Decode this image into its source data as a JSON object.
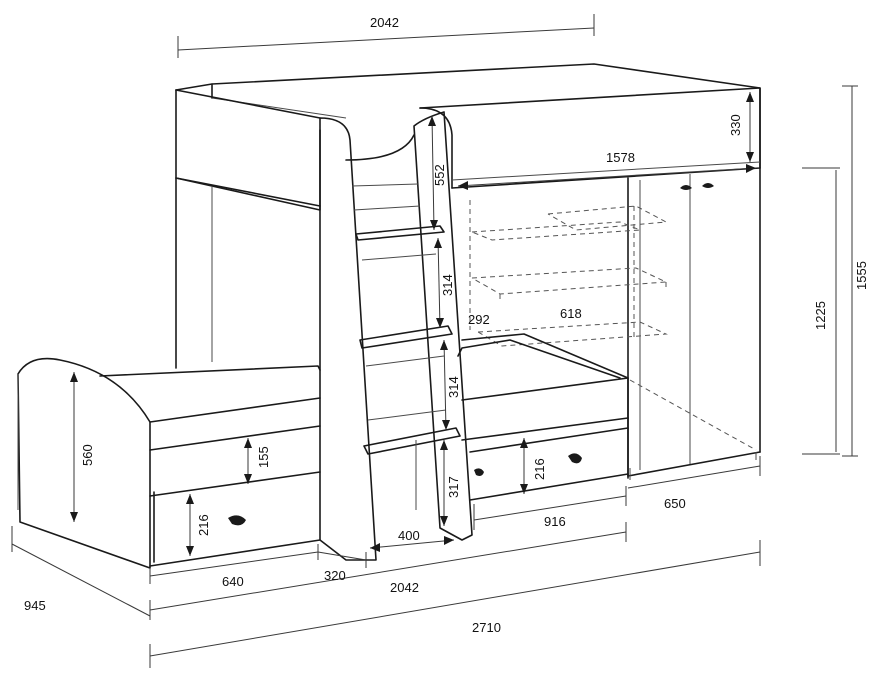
{
  "dimensions": {
    "top_width": "2042",
    "top_rail_height": "330",
    "upper_bed_length": "1578",
    "wardrobe_height": "1225",
    "total_height": "1555",
    "ladder_upper_step": "552",
    "ladder_mid_step": "314",
    "ladder_low_step": "314",
    "ladder_bottom_step": "317",
    "ladder_width": "400",
    "ladder_depth": "320",
    "shelf_depth": "292",
    "shelf_width": "618",
    "lower_rail_height": "155",
    "headboard_height": "560",
    "drawer_left_height": "216",
    "drawer_right_height": "216",
    "drawer_right_width": "916",
    "left_bed_width": "640",
    "bottom_width": "2042",
    "wardrobe_width": "650",
    "total_depth": "945",
    "total_length": "2710"
  }
}
